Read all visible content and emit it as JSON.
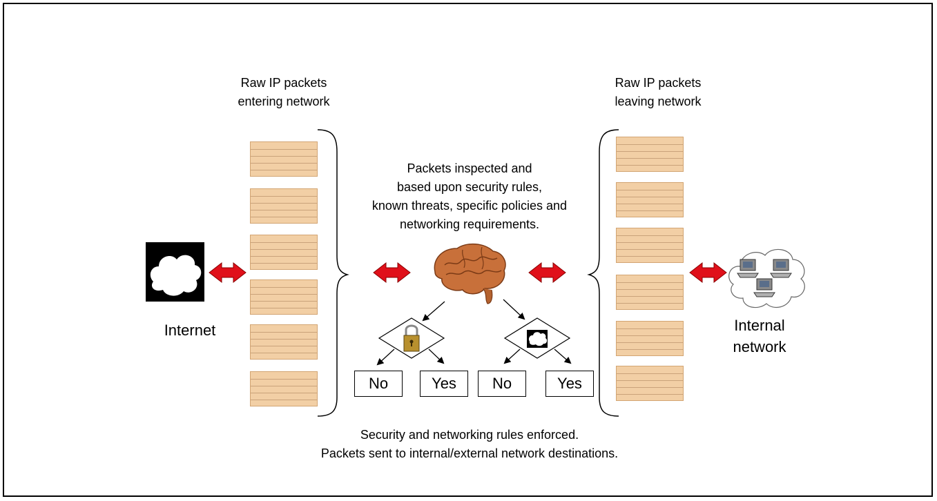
{
  "labels": {
    "incoming_packets": [
      "Raw IP packets",
      "entering network"
    ],
    "outgoing_packets": [
      "Raw IP packets",
      "leaving network"
    ],
    "inspection": [
      "Packets inspected and",
      "based upon security rules,",
      "known threats, specific policies and",
      "networking requirements."
    ],
    "internet": "Internet",
    "internal_network": [
      "Internal",
      "network"
    ],
    "enforced": [
      "Security and networking rules enforced.",
      "Packets sent to internal/external network destinations."
    ]
  },
  "decisions": [
    {
      "icon": "padlock-icon",
      "answers": [
        "No",
        "Yes"
      ]
    },
    {
      "icon": "cloud-icon",
      "answers": [
        "No",
        "Yes"
      ]
    }
  ],
  "colors": {
    "arrow": "#e0101a",
    "packet_fill": "#f2cfa5",
    "brain": "#c8703a"
  }
}
